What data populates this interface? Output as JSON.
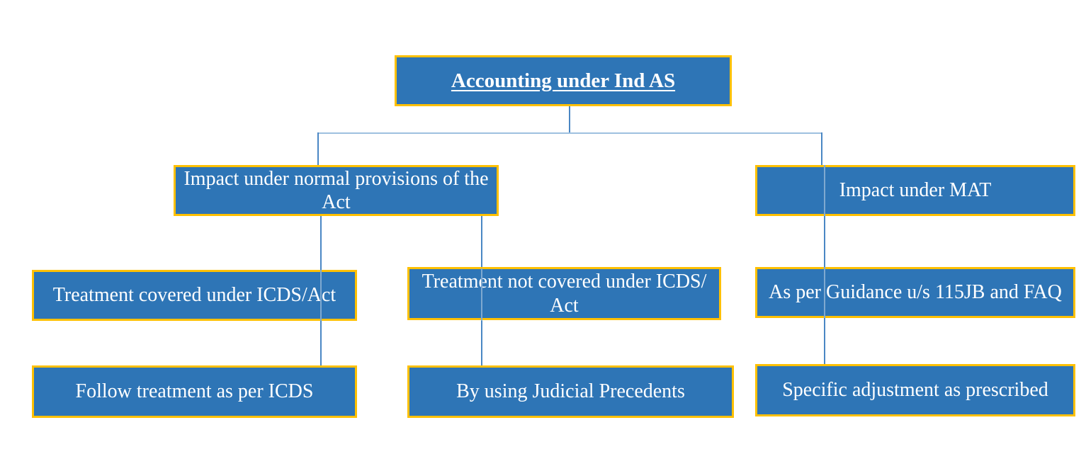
{
  "diagram": {
    "title_node": {
      "label": "Accounting under Ind AS"
    },
    "level2": [
      {
        "label": "Impact under normal provisions of the Act"
      },
      {
        "label": "Impact under MAT"
      }
    ],
    "level3": [
      {
        "label": "Treatment covered under ICDS/Act"
      },
      {
        "label": "Treatment not covered under ICDS/ Act"
      },
      {
        "label": "As per Guidance u/s 115JB and FAQ"
      }
    ],
    "level4": [
      {
        "label": "Follow treatment as per ICDS"
      },
      {
        "label": "By using Judicial Precedents"
      },
      {
        "label": "Specific adjustment as prescribed"
      }
    ],
    "colors": {
      "node_fill": "#2E75B6",
      "node_border": "#FFC000",
      "node_text": "#FFFFFF",
      "connector": "#4A87C4",
      "connector_light": "#9EC0DF",
      "background": "#FFFFFF"
    }
  }
}
